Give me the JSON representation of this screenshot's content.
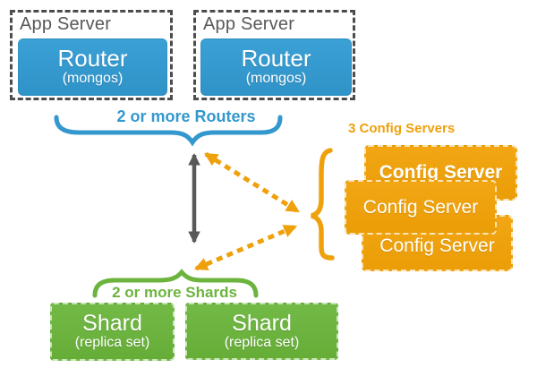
{
  "app_servers": [
    {
      "label": "App Server",
      "router_title": "Router",
      "router_subtitle": "(mongos)"
    },
    {
      "label": "App Server",
      "router_title": "Router",
      "router_subtitle": "(mongos)"
    }
  ],
  "routers_group_label": "2 or more Routers",
  "config_group_label": "3 Config Servers",
  "config_servers": [
    "Config Server",
    "Config Server",
    "Config Server"
  ],
  "shards_group_label": "2 or more Shards",
  "shards": [
    {
      "title": "Shard",
      "subtitle": "(replica set)"
    },
    {
      "title": "Shard",
      "subtitle": "(replica set)"
    }
  ],
  "colors": {
    "router_blue": "#3398CE",
    "config_orange": "#EFA10C",
    "shard_green": "#6CB43E",
    "arrow_gray": "#595959",
    "app_server_label_gray": "#58585B"
  }
}
